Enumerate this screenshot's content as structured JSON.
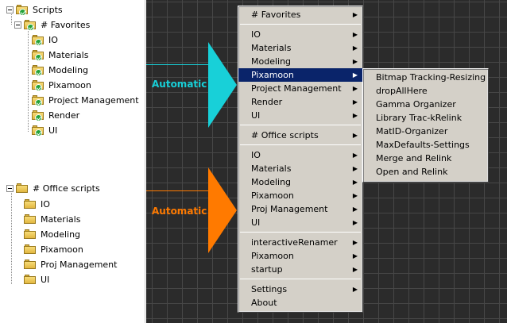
{
  "tree": {
    "favorites_group": {
      "root": "Scripts",
      "folder": "# Favorites",
      "items": [
        "IO",
        "Materials",
        "Modeling",
        "Pixamoon",
        "Project Management",
        "Render",
        "UI"
      ]
    },
    "office_group": {
      "folder": "# Office scripts",
      "items": [
        "IO",
        "Materials",
        "Modeling",
        "Pixamoon",
        "Proj Management",
        "UI"
      ]
    }
  },
  "arrows": {
    "top": {
      "label": "Automatic",
      "color": "#18d0d8"
    },
    "bottom": {
      "label": "Automatic",
      "color": "#ff7a00"
    }
  },
  "main_menu": {
    "sections": [
      [
        {
          "label": "# Favorites",
          "submenu": true
        }
      ],
      [
        {
          "label": "IO",
          "submenu": true
        },
        {
          "label": "Materials",
          "submenu": true
        },
        {
          "label": "Modeling",
          "submenu": true
        },
        {
          "label": "Pixamoon",
          "submenu": true,
          "highlighted": true
        },
        {
          "label": "Project Management",
          "submenu": true
        },
        {
          "label": "Render",
          "submenu": true
        },
        {
          "label": "UI",
          "submenu": true
        }
      ],
      [
        {
          "label": "# Office scripts",
          "submenu": true
        }
      ],
      [
        {
          "label": "IO",
          "submenu": true
        },
        {
          "label": "Materials",
          "submenu": true
        },
        {
          "label": "Modeling",
          "submenu": true
        },
        {
          "label": "Pixamoon",
          "submenu": true
        },
        {
          "label": "Proj Management",
          "submenu": true
        },
        {
          "label": "UI",
          "submenu": true
        }
      ],
      [
        {
          "label": "interactiveRenamer",
          "submenu": true
        },
        {
          "label": "Pixamoon",
          "submenu": true
        },
        {
          "label": "startup",
          "submenu": true
        }
      ],
      [
        {
          "label": "Settings",
          "submenu": true
        },
        {
          "label": "About",
          "submenu": false
        }
      ]
    ]
  },
  "submenu": {
    "items": [
      "Bitmap Tracking-Resizing",
      "dropAllHere",
      "Gamma Organizer",
      "Library Trac-kRelink",
      "MatID-Organizer",
      "MaxDefaults-Settings",
      "Merge and Relink",
      "Open and Relink"
    ]
  },
  "glyphs": {
    "submenu_arrow": "▶"
  },
  "colors": {
    "highlight": "#0a246a",
    "menu_bg": "#d4d0c8",
    "grid_bg": "#2b2b2b"
  }
}
